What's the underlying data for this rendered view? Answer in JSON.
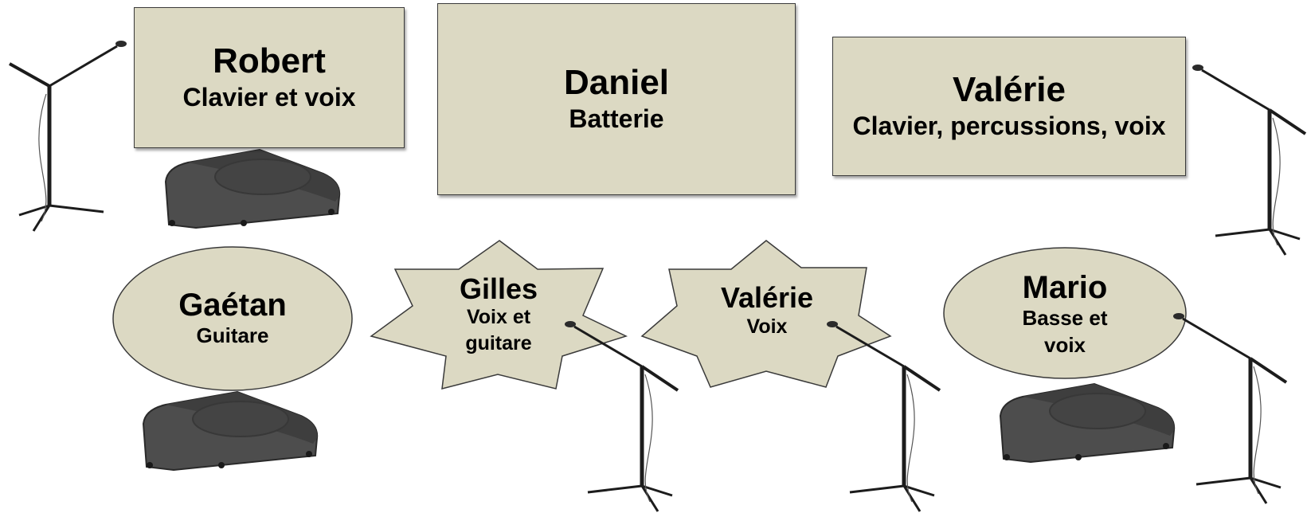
{
  "musicians": {
    "robert": {
      "name": "Robert",
      "role": "Clavier et voix"
    },
    "daniel": {
      "name": "Daniel",
      "role": "Batterie"
    },
    "valerie_keys": {
      "name": "Valérie",
      "role": "Clavier, percussions, voix"
    },
    "gaetan": {
      "name": "Gaétan",
      "role": "Guitare"
    },
    "gilles": {
      "name": "Gilles",
      "role_line1": "Voix et",
      "role_line2": "guitare"
    },
    "valerie_voice": {
      "name": "Valérie",
      "role": "Voix"
    },
    "mario": {
      "name": "Mario",
      "role_line1": "Basse et",
      "role_line2": "voix"
    }
  },
  "colors": {
    "fill": "#dcd9c3",
    "stroke": "#3a3a3a",
    "monitor": "#4a4a4a",
    "stand": "#1c1c1c"
  },
  "icons": [
    "microphone-stand-icon",
    "stage-monitor-icon"
  ]
}
